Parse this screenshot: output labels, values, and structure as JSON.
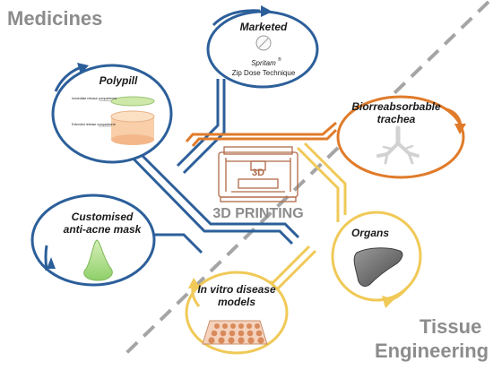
{
  "corners": {
    "medicines": "Medicines",
    "tissue": "Tissue",
    "engineering": "Engineering"
  },
  "center": {
    "label": "3D PRINTING",
    "printer_text": "3D"
  },
  "bubbles": {
    "marketed": {
      "title": "Marketed",
      "brand": "Spritam",
      "brand_mark": "®",
      "subtitle": "Zip Dose Technique"
    },
    "polypill": {
      "title": "Polypill",
      "label_top": "Immediate release compartment",
      "label_bottom": "Extended release compartment"
    },
    "trachea": {
      "title_line1": "Biorreabsorbable",
      "title_line2": "trachea"
    },
    "acne": {
      "title_line1": "Customised",
      "title_line2": "anti-acne mask"
    },
    "organs": {
      "title": "Organs"
    },
    "disease": {
      "title_line1": "In vitro disease",
      "title_line2": "models"
    }
  },
  "colors": {
    "blue": "#2c5f9a",
    "orange": "#e07b2a",
    "yellow": "#f0c957",
    "gray_text": "#8c8c8c",
    "divider": "#a5a5a5"
  }
}
